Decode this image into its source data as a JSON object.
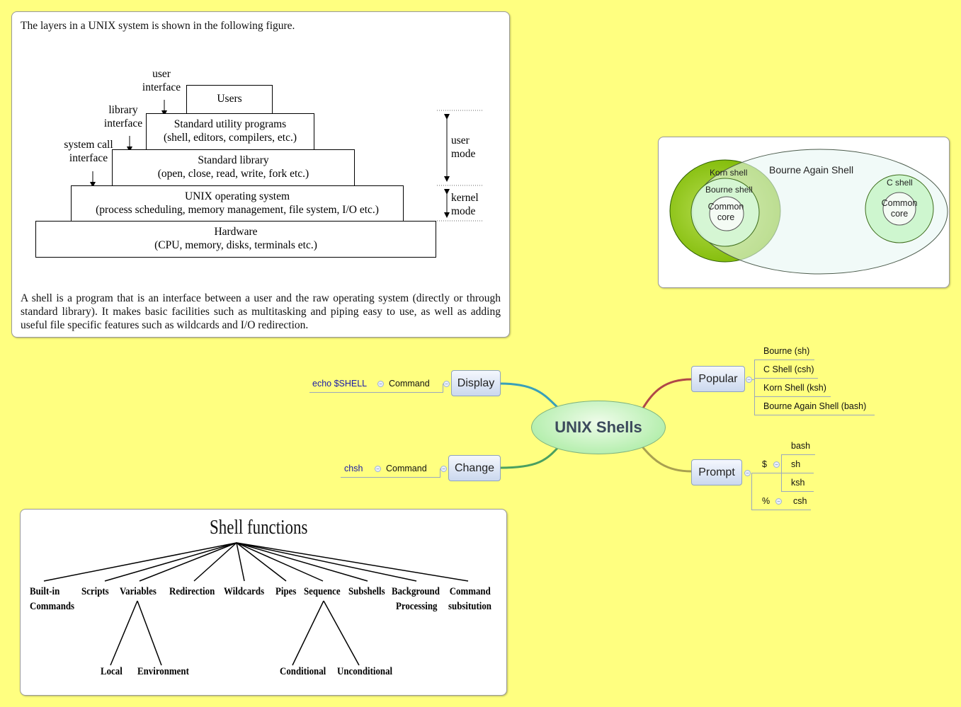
{
  "layers_panel": {
    "intro": "The layers in a UNIX system is shown in the following figure.",
    "boxes": {
      "users": "Users",
      "utility_1": "Standard utility programs",
      "utility_2": "(shell, editors, compilers, etc.)",
      "library_1": "Standard library",
      "library_2": "(open, close, read, write, fork etc.)",
      "os_1": "UNIX operating system",
      "os_2": "(process scheduling, memory management, file system, I/O etc.)",
      "hw_1": "Hardware",
      "hw_2": "(CPU, memory, disks, terminals etc.)"
    },
    "interfaces": {
      "user_1": "user",
      "user_2": "interface",
      "library_1": "library",
      "library_2": "interface",
      "syscall_1": "system call",
      "syscall_2": "interface"
    },
    "modes": {
      "user_1": "user",
      "user_2": "mode",
      "kernel_1": "kernel",
      "kernel_2": "mode"
    },
    "description": "A shell is a program that is an interface between a user and the raw operating system (directly or through standard library). It makes basic facilities such as multitasking and piping easy to use, as well as adding useful file specific features such as wildcards and I/O redirection."
  },
  "venn_panel": {
    "bourne_again": "Bourne Again Shell",
    "korn": "Korn shell",
    "bourne": "Bourne shell",
    "core_left_1": "Common",
    "core_left_2": "core",
    "c_shell": "C shell",
    "core_right_1": "Common",
    "core_right_2": "core"
  },
  "mindmap": {
    "central": "UNIX Shells",
    "display": {
      "label": "Display",
      "child": "Command",
      "leaf": "echo $SHELL"
    },
    "change": {
      "label": "Change",
      "child": "Command",
      "leaf": "chsh"
    },
    "popular": {
      "label": "Popular",
      "items": [
        "Bourne (sh)",
        "C Shell (csh)",
        "Korn Shell (ksh)",
        "Bourne Again Shell (bash)"
      ]
    },
    "prompt": {
      "label": "Prompt",
      "dollar": "$",
      "dollar_items": [
        "bash",
        "sh",
        "ksh"
      ],
      "percent": "%",
      "percent_items": [
        "csh"
      ]
    }
  },
  "functions_panel": {
    "title": "Shell functions",
    "items": {
      "builtin_1": "Built-in",
      "builtin_2": "Commands",
      "scripts": "Scripts",
      "variables": "Variables",
      "redirection": "Redirection",
      "wildcards": "Wildcards",
      "pipes": "Pipes",
      "sequence": "Sequence",
      "subshells": "Subshells",
      "background_1": "Background",
      "background_2": "Processing",
      "command_1": "Command",
      "command_2": "subsitution"
    },
    "sub": {
      "local": "Local",
      "environment": "Environment",
      "conditional": "Conditional",
      "unconditional": "Unconditional"
    }
  },
  "colors": {
    "background": "#ffff80",
    "node_fill": "#cbd8ee",
    "central_fill": "#b7efb0",
    "korn_green": "#8dc21f"
  }
}
